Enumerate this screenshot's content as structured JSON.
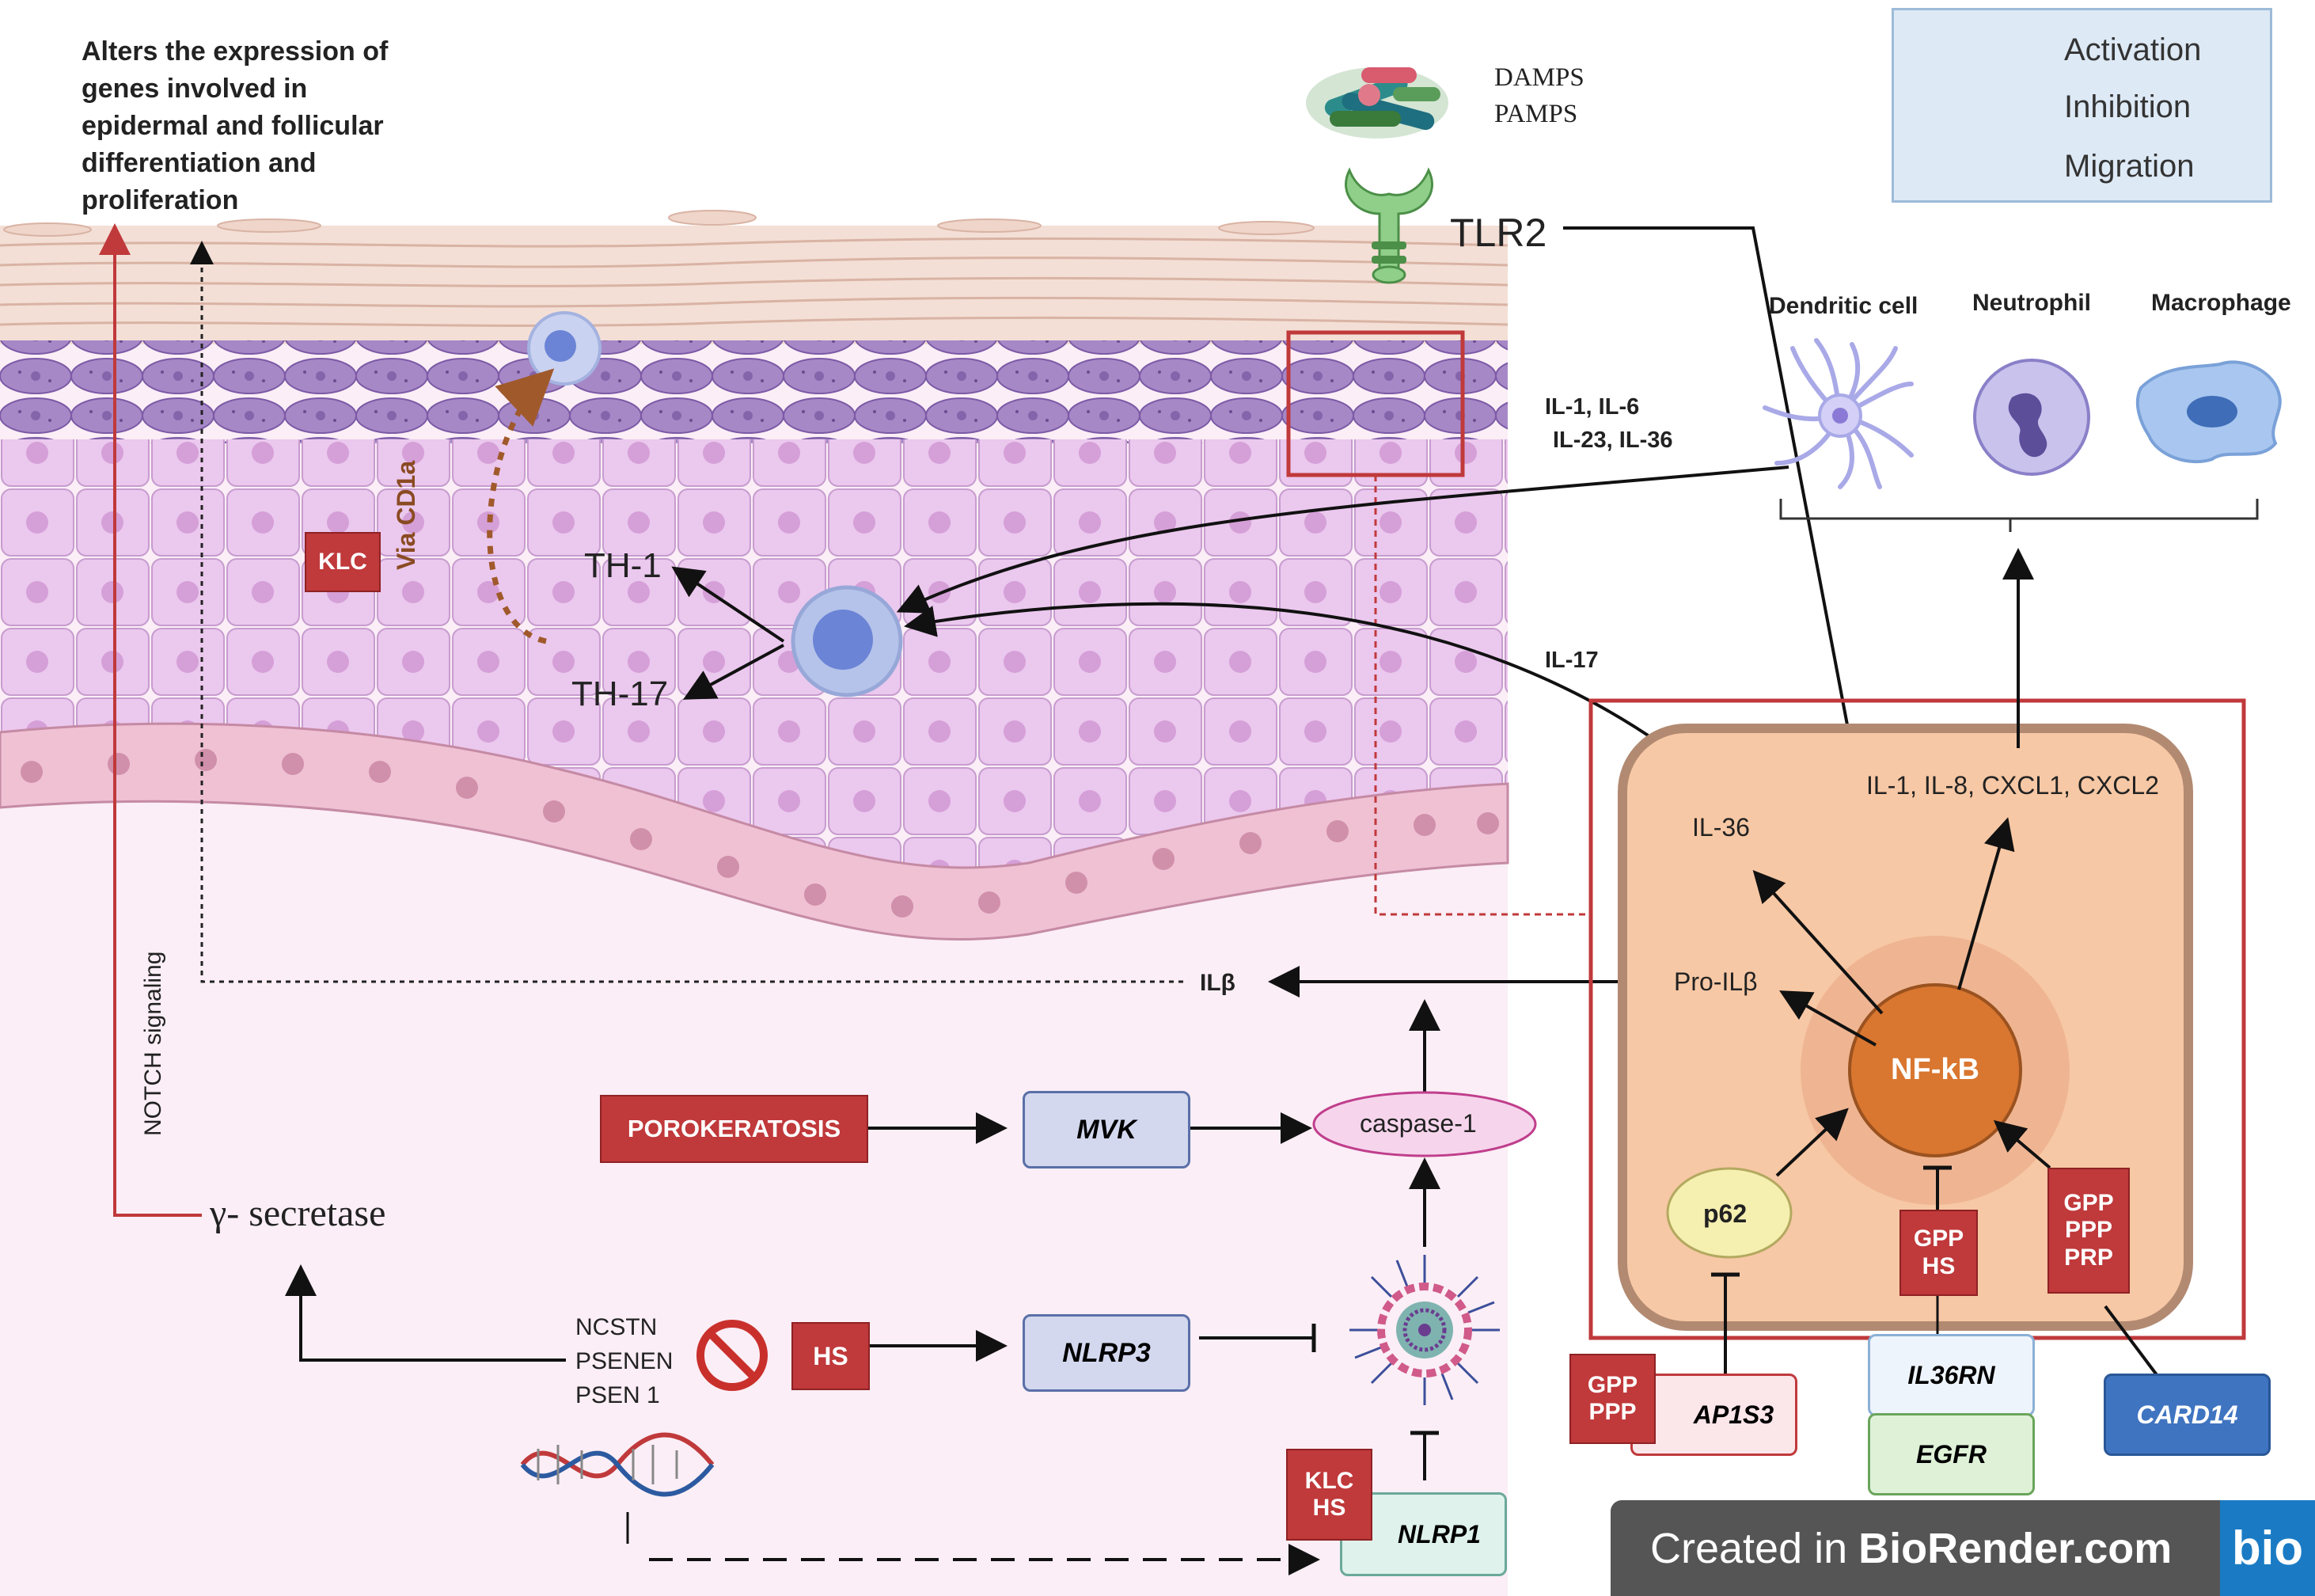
{
  "top_note": [
    "Alters the expression of",
    "genes involved in",
    "epidermal and follicular",
    "differentiation and",
    "proliferation"
  ],
  "damps": [
    "DAMPS",
    "PAMPS"
  ],
  "tlr2": "TLR2",
  "legend": {
    "activation": "Activation",
    "inhibition": "Inhibition",
    "migration": "Migration"
  },
  "immune_cells": {
    "dendritic": "Dendritic cell",
    "neutrophil": "Neutrophil",
    "macrophage": "Macrophage"
  },
  "cytokines_dc": [
    "IL-1, IL-6",
    "IL-23, IL-36"
  ],
  "il17": "IL-17",
  "klc": "KLC",
  "via_cd1a": "Via CD1a",
  "th1": "TH-1",
  "th17": "TH-17",
  "notch": "NOTCH signaling",
  "gamma_secretase": "γ- secretase",
  "ilb": "ILβ",
  "porokeratosis": "POROKERATOSIS",
  "mvk": "MVK",
  "caspase": "caspase-1",
  "genes_list": [
    "NCSTN",
    "PSENEN",
    "PSEN 1"
  ],
  "hs": "HS",
  "nlrp3": "NLRP3",
  "nlrp1_box": [
    "KLC",
    "HS"
  ],
  "nlrp1": "NLRP1",
  "cell_panel": {
    "il36": "IL-36",
    "outputs": "IL-1, IL-8, CXCL1, CXCL2",
    "pro_ilb": "Pro-ILβ",
    "nfkb": "NF-kB",
    "p62": "p62",
    "gpp_hs": [
      "GPP",
      "HS"
    ],
    "gpp_ppp_prp": [
      "GPP",
      "PPP",
      "PRP"
    ]
  },
  "bottom_genes": {
    "ap1s3_box": [
      "GPP",
      "PPP"
    ],
    "ap1s3": "AP1S3",
    "il36rn": "IL36RN",
    "egfr": "EGFR",
    "card14": "CARD14"
  },
  "watermark": {
    "prefix": "Created in",
    "brand": "BioRender.com",
    "logo": "bio"
  },
  "colors": {
    "red_box": "#c0393b",
    "skin_pink": "#e8c6ea",
    "basal": "#eab8cb",
    "granular": "#a887c4",
    "nfkb": "#d9762f",
    "cell_bg": "#f7c8a5"
  }
}
